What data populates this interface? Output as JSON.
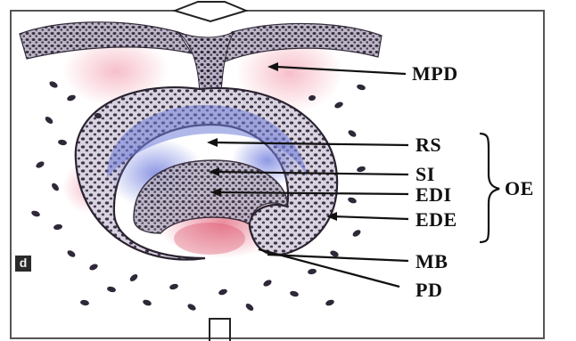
{
  "labels": {
    "mpd": "MPD",
    "rs": "RS",
    "si": "SI",
    "edi": "EDI",
    "ede": "EDE",
    "oe": "OE",
    "mb": "MB",
    "pd": "PD"
  },
  "panel_letter": "d"
}
